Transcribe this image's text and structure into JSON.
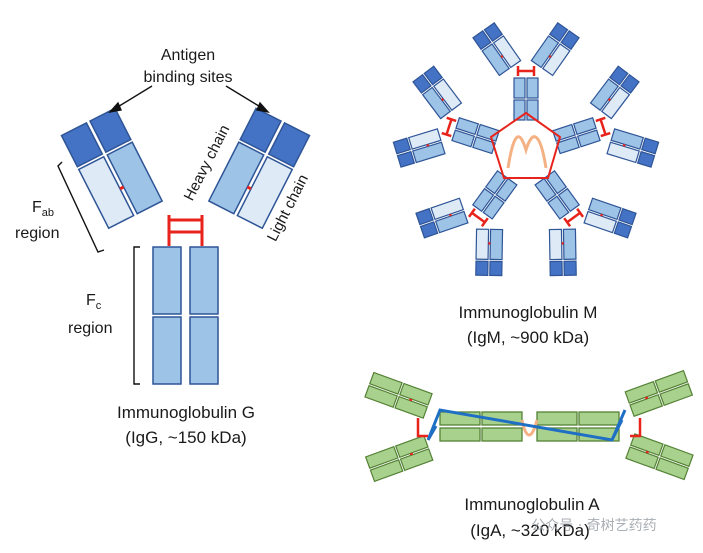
{
  "igg": {
    "antigen_line1": "Antigen",
    "antigen_line2": "binding sites",
    "heavy_chain": "Heavy chain",
    "light_chain": "Light chain",
    "fab_letter": "F",
    "fab_sub": "ab",
    "fab_region": "region",
    "fc_letter": "F",
    "fc_sub": "c",
    "fc_region": "region",
    "name": "Immunoglobulin G",
    "detail": "(IgG, ~150 kDa)"
  },
  "igm": {
    "name": "Immunoglobulin M",
    "detail": "(IgM, ~900 kDa)"
  },
  "iga": {
    "name": "Immunoglobulin A",
    "detail": "(IgA, ~320 kDa)"
  },
  "watermark": "公众号 · 奇树艺药药",
  "colors": {
    "heavy_light_blue": "#9dc3e6",
    "light_chain_pale": "#deebf7",
    "variable_dark_blue": "#4472c4",
    "outline_blue": "#2f5597",
    "disulfide_red": "#e8231b",
    "iga_green": "#a9d18e",
    "iga_outline": "#548235",
    "j_chain_blue": "#1f6fc5",
    "hinge_orange": "#f4b183"
  }
}
